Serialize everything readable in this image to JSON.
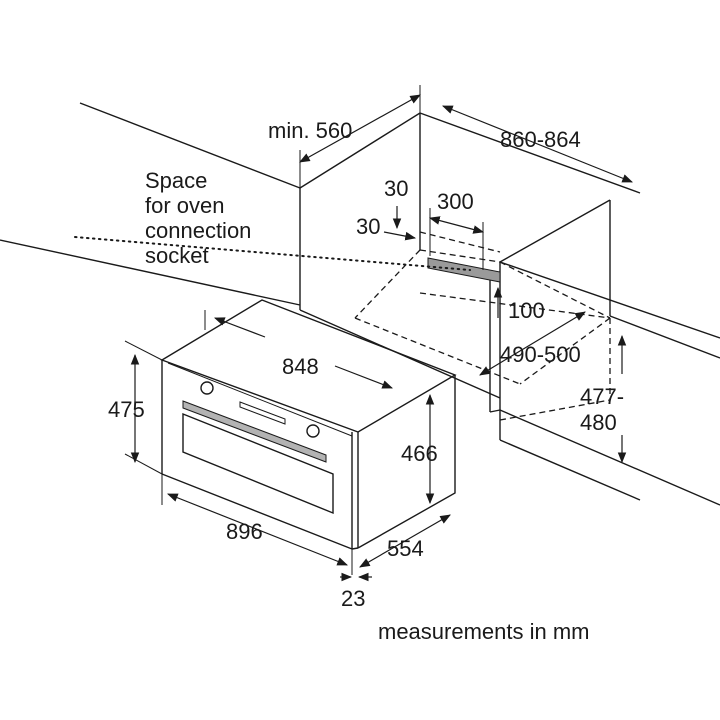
{
  "diagram": {
    "labels": {
      "niche_depth": "min. 560",
      "niche_width": "860-864",
      "socket_note_1": "Space",
      "socket_note_2": "for oven",
      "socket_note_3": "connection",
      "socket_note_4": "socket",
      "offset_top": "30",
      "socket_width": "300",
      "offset_side": "30",
      "socket_height": "100",
      "cavity_width": "848",
      "cavity_depth": "490-500",
      "niche_height": "477-480",
      "front_height": "475",
      "body_height": "466",
      "front_width": "896",
      "body_depth": "554",
      "front_thickness": "23",
      "units_note": "measurements in mm"
    },
    "colors": {
      "line": "#1a1a1a",
      "socket": "#9a9a9a",
      "handle": "#b3b3b3",
      "background": "#ffffff"
    }
  }
}
